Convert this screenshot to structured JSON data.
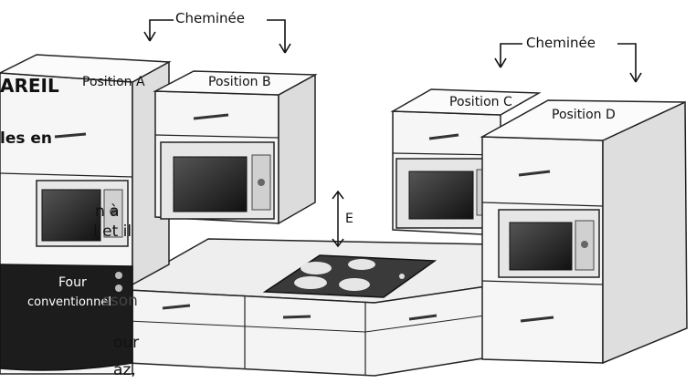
{
  "labels": {
    "chimney_left": "Cheminée",
    "chimney_right": "Cheminée",
    "position_a": "Position A",
    "position_b": "Position B",
    "position_c": "Position C",
    "position_d": "Position D",
    "distance_e": "E",
    "oven_line1": "Four",
    "oven_line2": "conventionnel"
  },
  "cut_text": {
    "line1": "AREIL",
    "line2": "les en",
    "line3": "n à",
    "line4": "l et il",
    "line5": "sson",
    "line6": "our",
    "line7": "az,"
  },
  "colors": {
    "oven_fill": "#1c1c1c",
    "cabinet_fill": "#f2f2f2",
    "cabinet_side": "#dcdcdc",
    "line": "#222222",
    "screen": "#2b2b2b"
  }
}
